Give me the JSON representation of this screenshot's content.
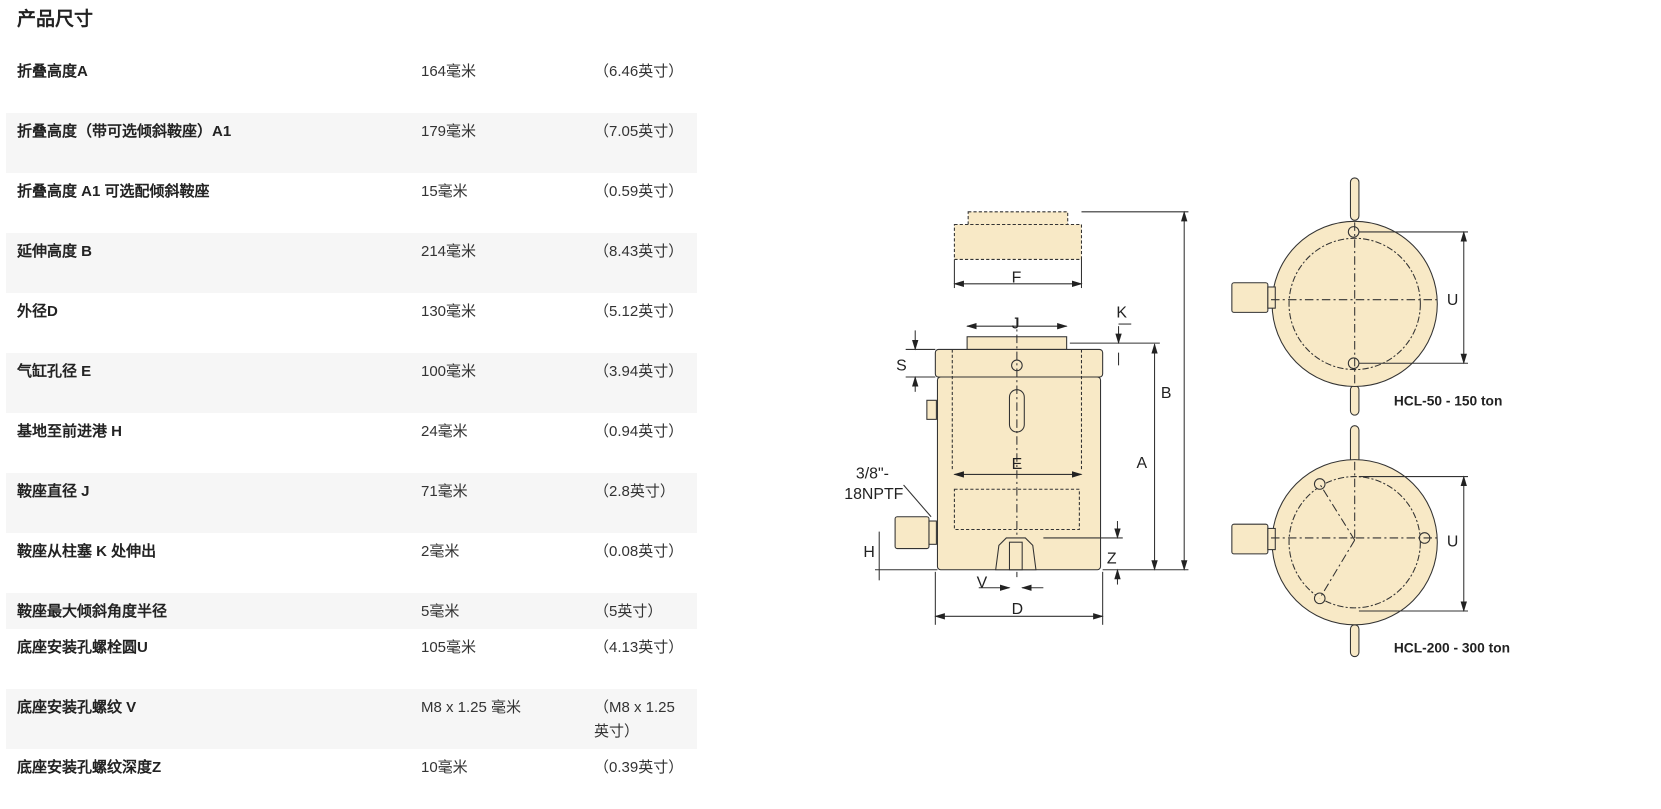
{
  "title": "产品尺寸",
  "rows": [
    {
      "label": "折叠高度A",
      "mm": "164毫米",
      "inch": "（6.46英寸）"
    },
    {
      "label": "折叠高度（带可选倾斜鞍座）A1",
      "mm": "179毫米",
      "inch": "（7.05英寸）"
    },
    {
      "label": "折叠高度 A1 可选配倾斜鞍座",
      "mm": "15毫米",
      "inch": "（0.59英寸）"
    },
    {
      "label": "延伸高度 B",
      "mm": "214毫米",
      "inch": "（8.43英寸）"
    },
    {
      "label": "外径D",
      "mm": "130毫米",
      "inch": "（5.12英寸）"
    },
    {
      "label": "气缸孔径 E",
      "mm": "100毫米",
      "inch": "（3.94英寸）"
    },
    {
      "label": "基地至前进港 H",
      "mm": "24毫米",
      "inch": "（0.94英寸）"
    },
    {
      "label": "鞍座直径 J",
      "mm": "71毫米",
      "inch": "（2.8英寸）"
    },
    {
      "label": "鞍座从柱塞 K 处伸出",
      "mm": "2毫米",
      "inch": "（0.08英寸）"
    },
    {
      "label": "鞍座最大倾斜角度半径",
      "mm": "5毫米",
      "inch": "（5英寸）"
    },
    {
      "label": "底座安装孔螺栓圆U",
      "mm": "105毫米",
      "inch": "（4.13英寸）"
    },
    {
      "label": "底座安装孔螺纹 V",
      "mm": "M8 x 1.25 毫米",
      "inch": "（M8 x 1.25 英寸）"
    },
    {
      "label": "底座安装孔螺纹深度Z",
      "mm": "10毫米",
      "inch": "（0.39英寸）"
    }
  ],
  "diagram": {
    "labels": {
      "F": "F",
      "J": "J",
      "K": "K",
      "S": "S",
      "B": "B",
      "A": "A",
      "E": "E",
      "port1": "3/8\"-",
      "port2": "18NPTF",
      "H": "H",
      "Z": "Z",
      "V": "V",
      "D": "D",
      "U1": "U",
      "U2": "U"
    },
    "caption_top": "HCL-50 - 150 ton",
    "caption_bottom": "HCL-200 - 300 ton",
    "fill_color": "#f8e9c6"
  }
}
